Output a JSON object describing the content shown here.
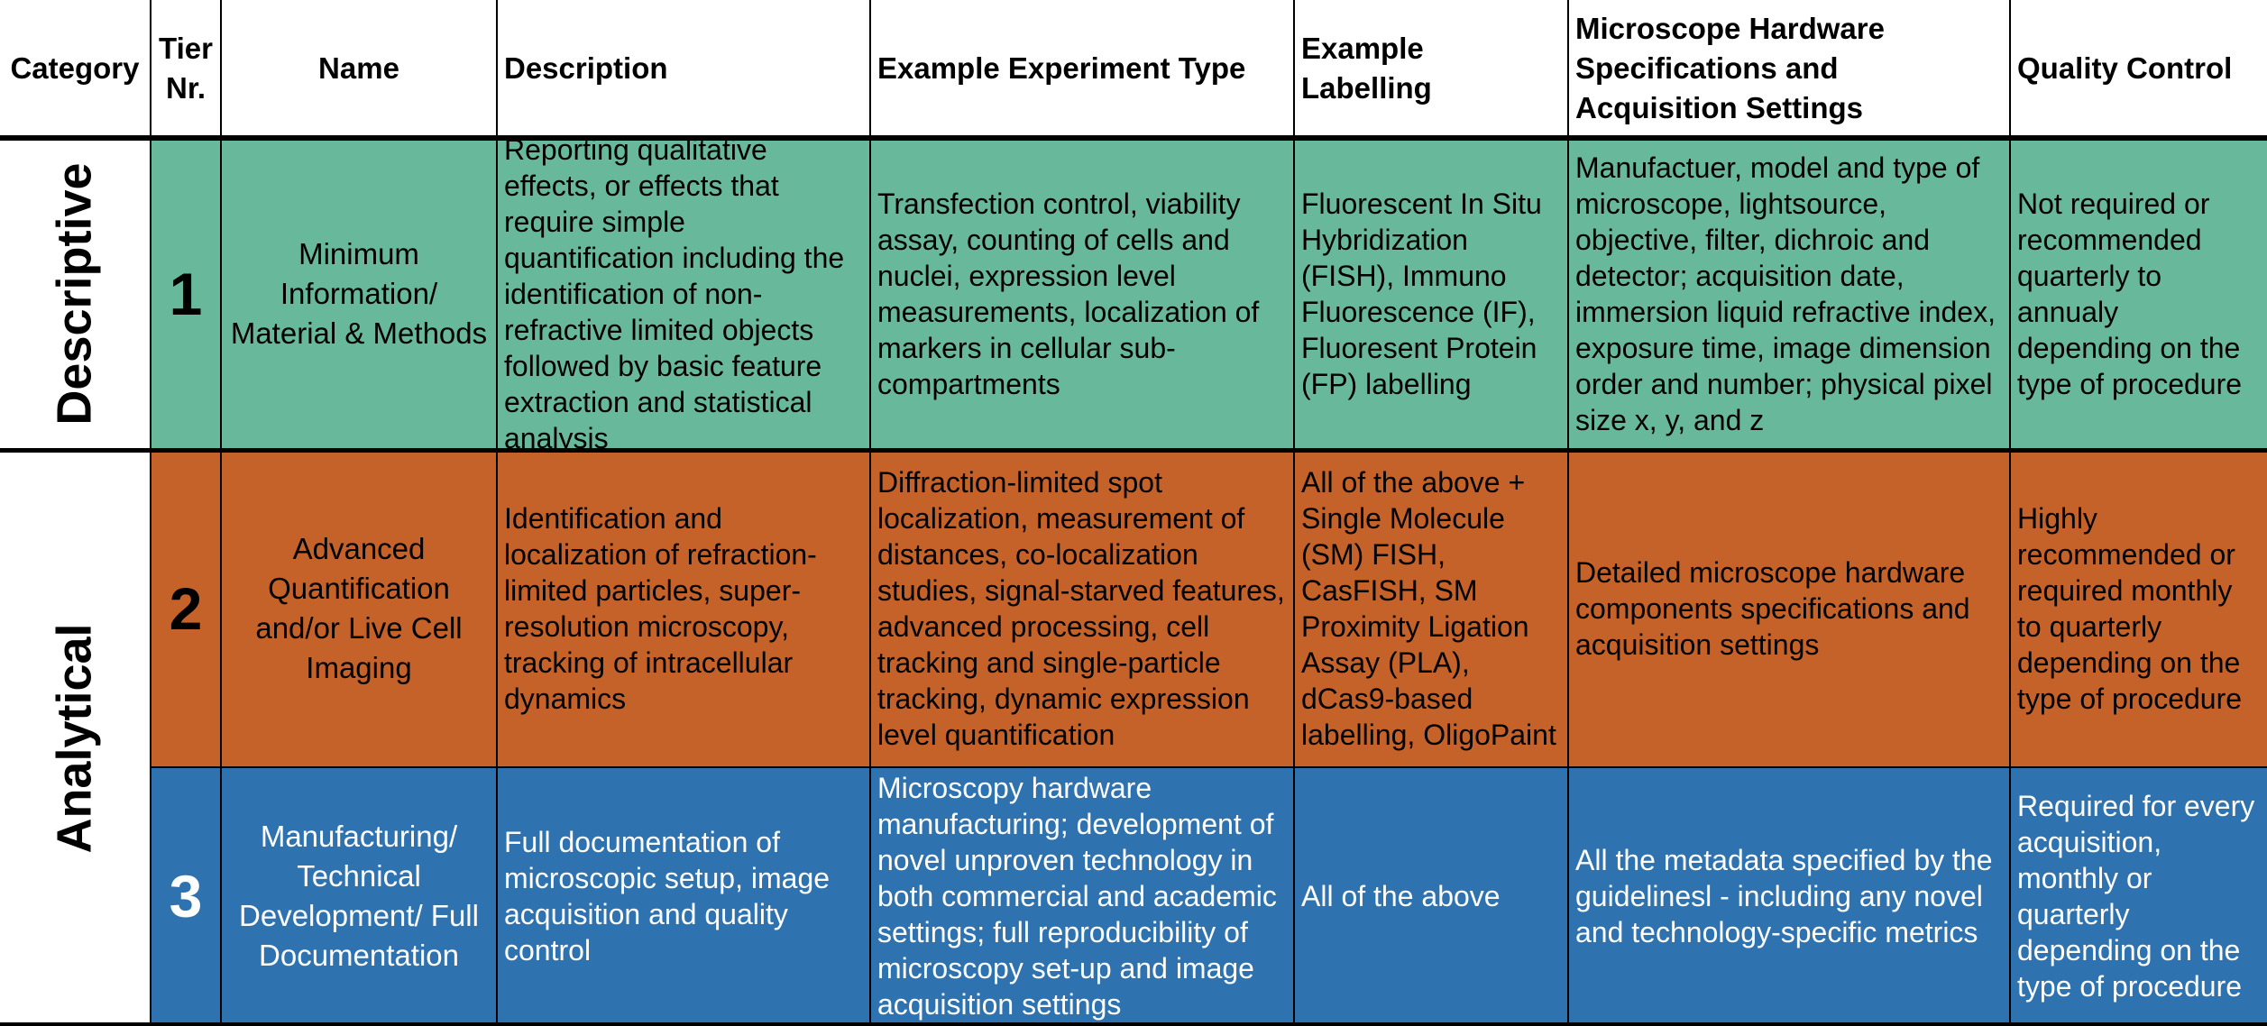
{
  "table": {
    "headers": [
      "Category",
      "Tier Nr.",
      "Name",
      "Description",
      "Example Experiment Type",
      "Example Labelling",
      "Microscope Hardware Specifications and Acquisition Settings",
      "Quality Control"
    ],
    "categories": [
      "Descriptive",
      "Analytical"
    ],
    "rows": [
      {
        "tier": "1",
        "name": "Minimum Information/ Material & Methods",
        "description": "Reporting qualitative effects, or effects that require simple quantification including the identification of non-refractive limited objects followed by basic feature extraction and statistical analysis",
        "experiment": "Transfection control, viability assay, counting of cells and nuclei, expression level measurements, localization of markers in cellular sub-compartments",
        "labelling": "Fluorescent In Situ Hybridization (FISH), Immuno Fluorescence (IF), Fluoresent Protein (FP) labelling",
        "hardware": "Manufactuer, model and type of microscope, lightsource, objective, filter, dichroic and detector; acquisition date, immersion liquid refractive index, exposure time, image dimension order and number; physical pixel size x, y, and z",
        "qc": "Not required or recommended quarterly to annualy depending on the type of procedure",
        "color": "#68b99b"
      },
      {
        "tier": "2",
        "name": "Advanced Quantification and/or Live Cell Imaging",
        "description": "Identification and localization of refraction-limited particles, super-resolution microscopy, tracking of intracellular dynamics",
        "experiment": "Diffraction-limited spot localization, measurement of distances, co-localization studies, signal-starved features, advanced processing, cell tracking and single-particle tracking, dynamic expression level quantification",
        "labelling": "All of the above + Single Molecule (SM) FISH, CasFISH, SM Proximity Ligation Assay (PLA), dCas9-based labelling, OligoPaint",
        "hardware": "Detailed microscope hardware components specifications and acquisition settings",
        "qc": "Highly recommended or required monthly to quarterly depending on the type of procedure",
        "color": "#c5622a"
      },
      {
        "tier": "3",
        "name": "Manufacturing/ Technical Development/ Full Documentation",
        "description": "Full documentation of microscopic setup, image acquisition and quality control",
        "experiment": "Microscopy hardware manufacturing;  development of novel unproven technology in both commercial and academic settings; full reproducibility of microscopy set-up and image acquisition settings",
        "labelling": "All of the above",
        "hardware": "All the metadata specified by the guidelinesl - including any novel and technology-specific metrics",
        "qc": "Required for every acquisition, monthly or quarterly depending on the type of procedure",
        "color": "#2e72b0"
      }
    ]
  }
}
